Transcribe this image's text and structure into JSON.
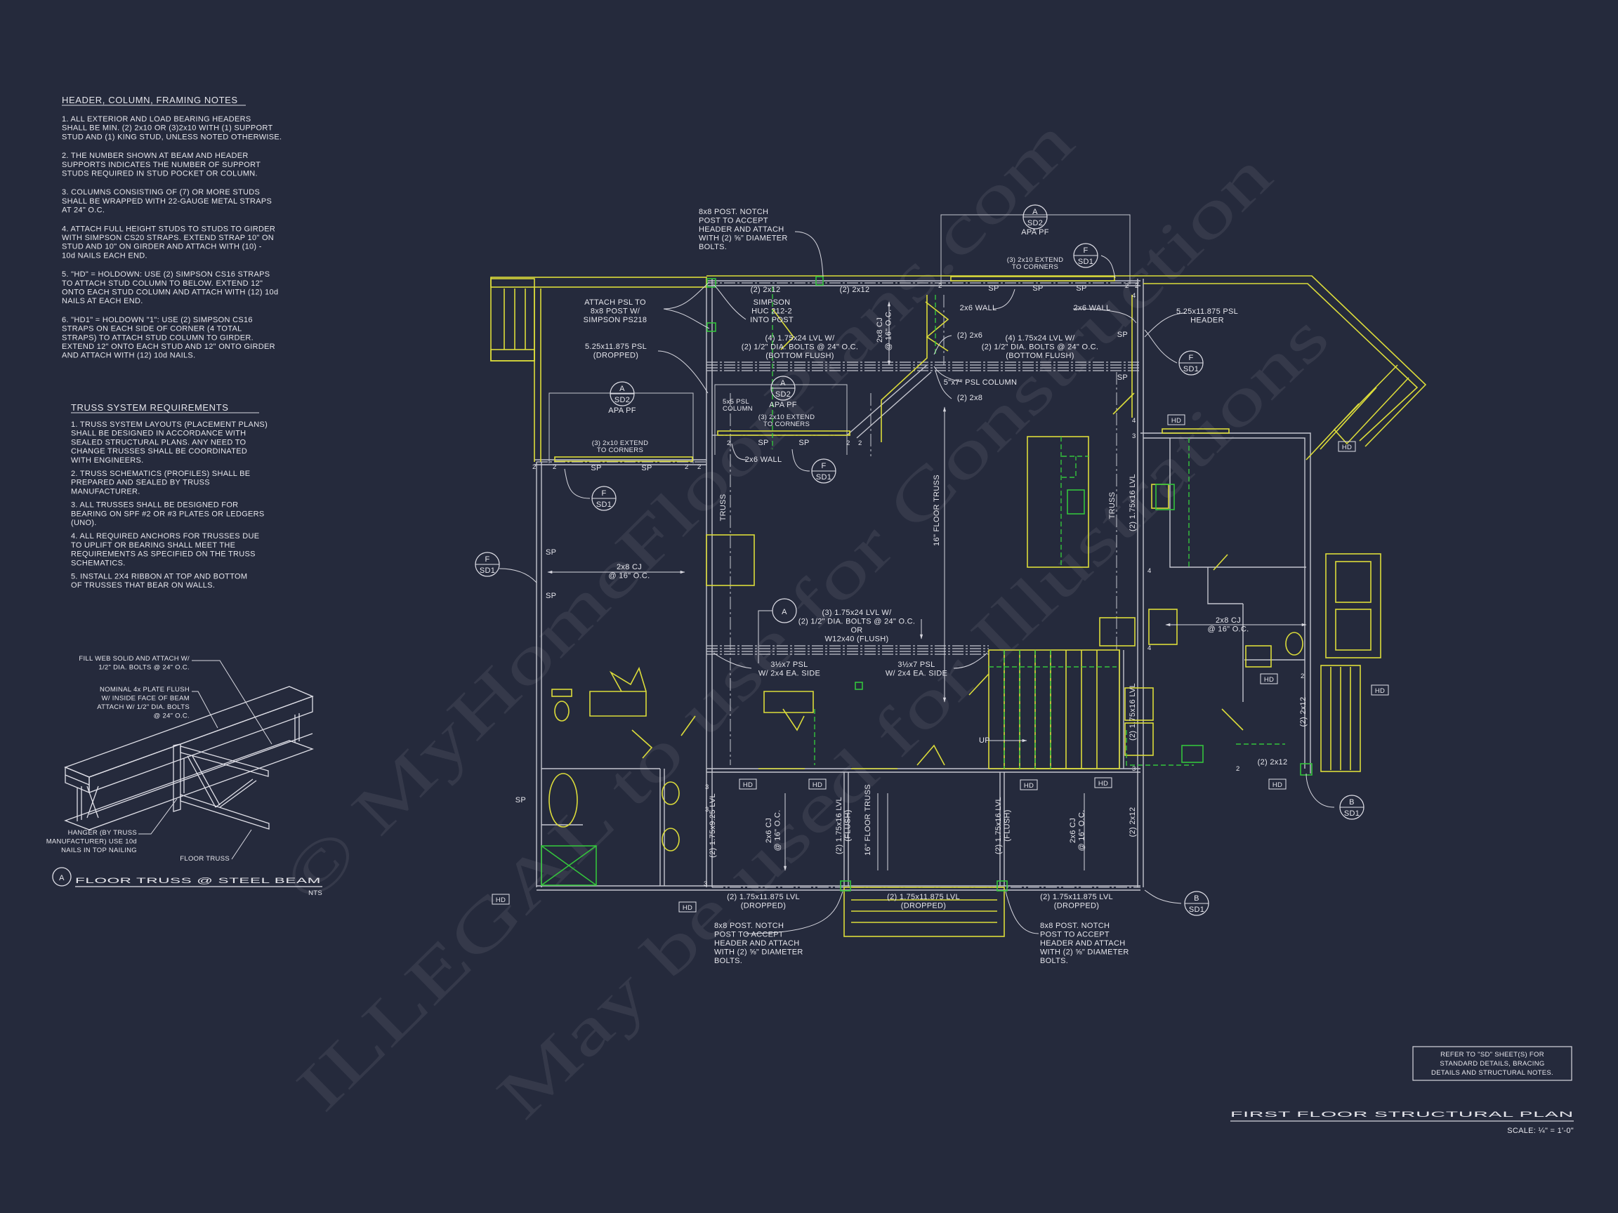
{
  "sheet": {
    "title": "FIRST FLOOR STRUCTURAL PLAN",
    "scale": "SCALE: ¼\" = 1'-0\"",
    "refer_note": [
      "REFER TO \"SD\"  SHEET(S) FOR",
      "STANDARD DETAILS, BRACING",
      "DETAILS AND STRUCTURAL NOTES."
    ]
  },
  "notes": {
    "header": {
      "title": "HEADER, COLUMN, FRAMING NOTES",
      "items": [
        [
          "1. ALL EXTERIOR AND LOAD BEARING HEADERS",
          "SHALL BE MIN. (2) 2x10 OR (3)2x10 WITH (1) SUPPORT",
          "STUD AND (1) KING STUD, UNLESS NOTED OTHERWISE."
        ],
        [
          "2. THE NUMBER SHOWN AT BEAM AND HEADER",
          "SUPPORTS INDICATES THE NUMBER OF SUPPORT",
          "STUDS REQUIRED IN STUD POCKET OR COLUMN."
        ],
        [
          "3. COLUMNS CONSISTING OF (7) OR MORE STUDS",
          "SHALL BE WRAPPED WITH 22-GAUGE METAL STRAPS",
          "AT 24\" O.C."
        ],
        [
          "4. ATTACH FULL HEIGHT STUDS TO STUDS TO GIRDER",
          "WITH SIMPSON CS20 STRAPS. EXTEND STRAP 10\" ON",
          "STUD AND 10\" ON GIRDER AND ATTACH WITH (10) -",
          "10d NAILS EACH END."
        ],
        [
          "5. \"HD\" = HOLDOWN: USE (2) SIMPSON CS16 STRAPS",
          "TO ATTACH STUD COLUMN TO BELOW. EXTEND 12\"",
          "ONTO EACH STUD COLUMN AND ATTACH WITH (12) 10d",
          "NAILS AT EACH END."
        ],
        [
          "6. \"HD1\" = HOLDOWN \"1\": USE (2) SIMPSON CS16",
          "STRAPS ON EACH SIDE OF CORNER (4 TOTAL",
          "STRAPS) TO ATTACH STUD COLUMN TO GIRDER.",
          "EXTEND 12\" ONTO EACH STUD AND 12\" ONTO GIRDER",
          "AND ATTACH WITH (12) 10d NAILS."
        ]
      ]
    },
    "truss": {
      "title": "TRUSS SYSTEM REQUIREMENTS",
      "items": [
        [
          "1. TRUSS SYSTEM LAYOUTS (PLACEMENT PLANS)",
          "SHALL BE DESIGNED IN ACCORDANCE WITH",
          "SEALED STRUCTURAL PLANS. ANY NEED TO",
          "CHANGE TRUSSES SHALL BE COORDINATED",
          "WITH  ENGINEERS."
        ],
        [
          "2. TRUSS SCHEMATICS (PROFILES) SHALL BE",
          "PREPARED AND SEALED BY TRUSS",
          "MANUFACTURER."
        ],
        [
          "3. ALL TRUSSES SHALL BE DESIGNED FOR",
          "BEARING ON SPF #2 OR #3 PLATES OR LEDGERS",
          "(UNO)."
        ],
        [
          "4. ALL REQUIRED ANCHORS FOR TRUSSES DUE",
          "TO UPLIFT OR BEARING SHALL MEET THE",
          "REQUIREMENTS AS SPECIFIED ON THE TRUSS",
          "SCHEMATICS."
        ],
        [
          "5. INSTALL 2X4 RIBBON AT TOP AND BOTTOM",
          "OF TRUSSES THAT BEAR ON WALLS."
        ]
      ]
    }
  },
  "detail": {
    "bubble": "A",
    "title": "FLOOR TRUSS @ STEEL BEAM",
    "nts": "NTS",
    "callouts": [
      [
        "FILL WEB SOLID AND ATTACH W/",
        "1/2\" DIA. BOLTS @ 24\" O.C."
      ],
      [
        "NOMINAL 4x  PLATE FLUSH",
        "W/ INSIDE FACE OF BEAM",
        "ATTACH W/ 1/2\" DIA. BOLTS",
        "@ 24\" O.C."
      ],
      [
        "HANGER (BY TRUSS",
        "MANUFACTURER) USE 10d",
        "NAILS IN TOP NAILING"
      ],
      [
        "FLOOR TRUSS"
      ]
    ]
  },
  "plan": {
    "labels": [
      {
        "lines": [
          "8x8 POST. NOTCH",
          "POST TO ACCEPT",
          "HEADER AND ATTACH",
          "WITH (2) ⅝\" DIAMETER",
          "BOLTS."
        ]
      },
      {
        "lines": [
          "(2) 2x12"
        ]
      },
      {
        "lines": [
          "(2) 2x12"
        ]
      },
      {
        "lines": [
          "ATTACH PSL TO",
          "8x8 POST W/",
          "SIMPSON PS218"
        ]
      },
      {
        "lines": [
          "SIMPSON",
          "HUC 212-2",
          "INTO POST"
        ]
      },
      {
        "lines": [
          "5.25x11.875 PSL",
          "(DROPPED)"
        ]
      },
      {
        "lines": [
          "(4) 1.75x24 LVL W/",
          "(2) 1/2\" DIA. BOLTS @ 24\" O.C.",
          "(BOTTOM FLUSH)"
        ]
      },
      {
        "lines": [
          "2x8 CJ",
          "@ 16\" O.C."
        ]
      },
      {
        "lines": [
          "(3) 2x10 EXTEND",
          "TO CORNERS"
        ]
      },
      {
        "lines": [
          "SP"
        ]
      },
      {
        "lines": [
          "SP"
        ]
      },
      {
        "lines": [
          "SP"
        ]
      },
      {
        "lines": [
          "2x6 WALL"
        ]
      },
      {
        "lines": [
          "2x6 WALL"
        ]
      },
      {
        "lines": [
          "5.25x11.875 PSL",
          "HEADER"
        ]
      },
      {
        "lines": [
          "(2) 2x6"
        ]
      },
      {
        "lines": [
          "(4) 1.75x24 LVL W/",
          "(2) 1/2\" DIA. BOLTS @ 24\" O.C.",
          "(BOTTOM FLUSH)"
        ]
      },
      {
        "lines": [
          "5\"x7\" PSL COLUMN"
        ]
      },
      {
        "lines": [
          "(2) 2x8"
        ]
      },
      {
        "lines": [
          "SP"
        ]
      },
      {
        "lines": [
          "SP"
        ]
      },
      {
        "lines": [
          "5x5 PSL",
          "COLUMN"
        ]
      },
      {
        "lines": [
          "(3) 2x10 EXTEND",
          "TO CORNERS"
        ]
      },
      {
        "lines": [
          "(3) 2x10 EXTEND",
          "TO CORNERS"
        ]
      },
      {
        "lines": [
          "2x6 WALL"
        ]
      },
      {
        "lines": [
          "SP"
        ]
      },
      {
        "lines": [
          "SP"
        ]
      },
      {
        "lines": [
          "SP"
        ]
      },
      {
        "lines": [
          "SP"
        ]
      },
      {
        "lines": [
          "2x8 CJ",
          "@ 16\" O.C."
        ]
      },
      {
        "lines": [
          "SP"
        ]
      },
      {
        "lines": [
          "SP"
        ]
      },
      {
        "lines": [
          "TRUSS"
        ]
      },
      {
        "lines": [
          "16\" FLOOR TRUSS"
        ]
      },
      {
        "lines": [
          "TRUSS"
        ]
      },
      {
        "lines": [
          "(2) 1.75x16 LVL"
        ]
      },
      {
        "lines": [
          "(3) 1.75x24 LVL W/",
          "(2) 1/2\" DIA. BOLTS @ 24\" O.C.",
          "OR",
          "W12x40 (FLUSH)"
        ]
      },
      {
        "lines": [
          "3½x7 PSL",
          "W/ 2x4 EA. SIDE"
        ]
      },
      {
        "lines": [
          "3½x7 PSL",
          "W/ 2x4 EA. SIDE"
        ]
      },
      {
        "lines": [
          "2x8 CJ",
          "@ 16\" O.C."
        ]
      },
      {
        "lines": [
          "(2) 1.75x16 LVL"
        ]
      },
      {
        "lines": [
          "UP"
        ]
      },
      {
        "lines": [
          "(2) 2x12"
        ]
      },
      {
        "lines": [
          "(2) 2x12"
        ]
      },
      {
        "lines": [
          "(2) 2x12"
        ]
      },
      {
        "lines": [
          "(2) 1.75x9.25 LVL"
        ]
      },
      {
        "lines": [
          "2x6 CJ",
          "@ 16\" O.C."
        ]
      },
      {
        "lines": [
          "(2) 1.75x16 LVL",
          "(FLUSH)"
        ]
      },
      {
        "lines": [
          "16\" FLOOR TRUSS"
        ]
      },
      {
        "lines": [
          "(2) 1.75x16 LVL",
          "(FLUSH)"
        ]
      },
      {
        "lines": [
          "2x6 CJ",
          "@ 16\" O.C."
        ]
      },
      {
        "lines": [
          "(2) 1.75x11.875 LVL",
          "(DROPPED)"
        ]
      },
      {
        "lines": [
          "(2) 1.75x11.875 LVL",
          "(DROPPED)"
        ]
      },
      {
        "lines": [
          "(2) 1.75x11.875 LVL",
          "(DROPPED)"
        ]
      },
      {
        "lines": [
          "8x8 POST. NOTCH",
          "POST TO ACCEPT",
          "HEADER AND ATTACH",
          "WITH (2) ⅝\" DIAMETER",
          "BOLTS."
        ]
      },
      {
        "lines": [
          "8x8 POST. NOTCH",
          "POST TO ACCEPT",
          "HEADER AND ATTACH",
          "WITH (2) ⅝\" DIAMETER",
          "BOLTS."
        ]
      },
      {
        "lines": [
          "SP"
        ]
      },
      {
        "lines": [
          "APA PF"
        ]
      },
      {
        "lines": [
          "APA PF"
        ]
      },
      {
        "lines": [
          "APA PF"
        ]
      }
    ],
    "bubbles": [
      {
        "top": "A",
        "bottom": "SD2"
      },
      {
        "top": "F",
        "bottom": "SD1"
      },
      {
        "top": "F",
        "bottom": "SD1"
      },
      {
        "top": "A",
        "bottom": "SD2"
      },
      {
        "top": "A",
        "bottom": "SD2"
      },
      {
        "top": "F",
        "bottom": "SD1"
      },
      {
        "top": "F",
        "bottom": "SD1"
      },
      {
        "top": "F",
        "bottom": "SD1"
      },
      {
        "top": "A",
        "bottom": ""
      },
      {
        "top": "B",
        "bottom": "SD1"
      },
      {
        "top": "B",
        "bottom": "SD1"
      }
    ],
    "hd_tags": [
      "HD",
      "HD",
      "HD",
      "HD",
      "HD",
      "HD",
      "HD",
      "HD",
      "HD",
      "HD",
      "HD"
    ],
    "stud_counts": [
      "2",
      "2",
      "2",
      "4",
      "4",
      "3",
      "4",
      "4",
      "3",
      "2",
      "2",
      "2",
      "2",
      "2",
      "2",
      "2",
      "2",
      "2",
      "3",
      "3",
      "3"
    ]
  },
  "watermark": [
    "© MyHomeFloorPlans.com",
    "ILLEGAL to use for Construction",
    "May be used for Illustrations"
  ],
  "colors": {
    "background": "#252a3c",
    "linework": "#c4c5ce",
    "framing_yellow": "#dcdc3a",
    "fixture_green": "#34c43c",
    "text": "#e6e6ec"
  }
}
